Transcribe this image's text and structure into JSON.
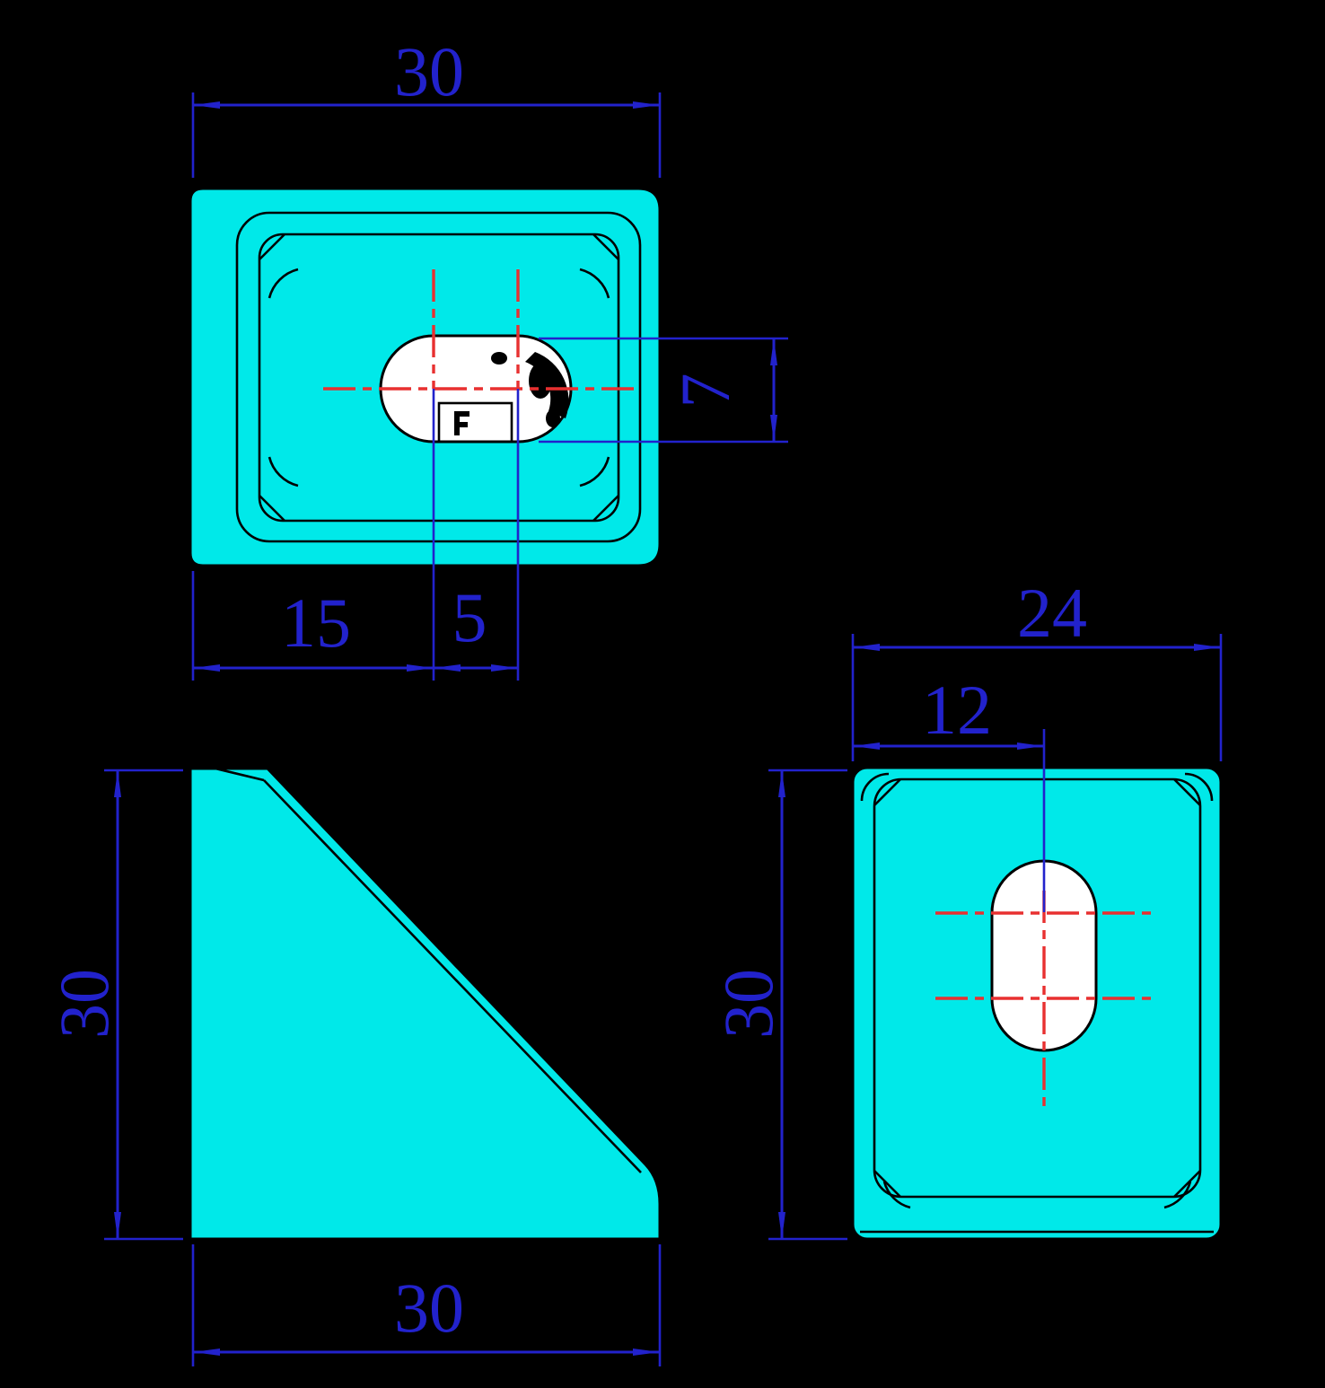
{
  "drawing": {
    "type": "three-view technical drawing of corner angle bracket",
    "colors": {
      "background": "#000000",
      "part_fill": "#00E9E9",
      "outline": "#000000",
      "dimension_blue": "#2222CC",
      "centerline_red": "#E83030",
      "hole_fill": "#FFFFFF"
    },
    "dims": {
      "top_width": "30",
      "top_slot_width": "7",
      "top_slot_left": "15",
      "top_slot_spacing": "5",
      "front_height": "30",
      "front_width": "30",
      "side_width": "24",
      "side_slot_center": "12",
      "side_height": "30"
    }
  }
}
